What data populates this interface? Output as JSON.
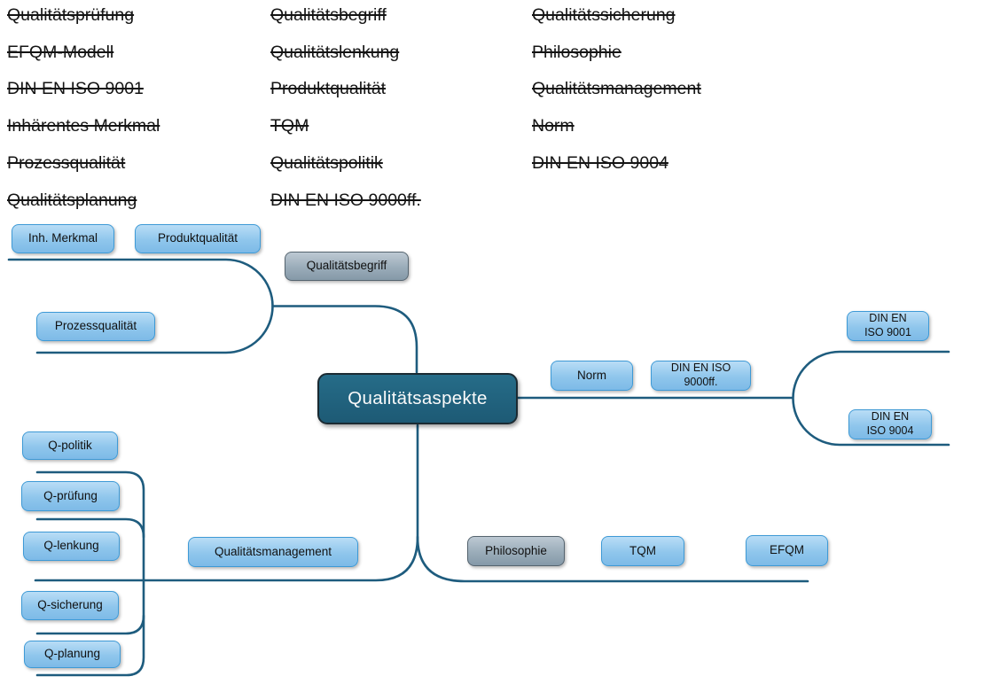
{
  "colors": {
    "connector_line": "#1E5C7E",
    "blue_chip_fill_top": "#B9DDF6",
    "blue_chip_fill_bottom": "#7DBAE7",
    "blue_chip_border": "#3E9AD6",
    "gray_chip_fill_top": "#BDC9D3",
    "gray_chip_fill_bottom": "#8599A8",
    "gray_chip_border": "#55646F",
    "center_fill": "#1D5A75",
    "center_border": "#1B2A32",
    "text": "#141414"
  },
  "word_bank": {
    "column1": {
      "0": "Qualitätsprüfung",
      "1": "EFQM-Modell",
      "2": "DIN EN ISO 9001",
      "3": "Inhärentes Merkmal",
      "4": "Prozessqualität",
      "5": "Qualitätsplanung"
    },
    "column2": {
      "0": "Qualitätsbegriff",
      "1": "Qualitätslenkung",
      "2": "Produktqualität",
      "3": "TQM",
      "4": "Qualitätspolitik",
      "5": "DIN EN ISO 9000ff."
    },
    "column3": {
      "0": "Qualitätssicherung",
      "1": "Philosophie",
      "2": "Qualitätsmanagement",
      "3": "Norm",
      "4": "DIN EN ISO 9004"
    }
  },
  "mindmap": {
    "center": "Qualitätsaspekte",
    "nodes": {
      "inh_merkmal": "Inh. Merkmal",
      "produktqualitaet": "Produktqualität",
      "qualitaetsbegriff": "Qualitätsbegriff",
      "prozessqualitaet": "Prozessqualität",
      "norm": "Norm",
      "din_9000ff": "DIN EN ISO\n9000ff.",
      "din_9001": "DIN EN\nISO 9001",
      "din_9004": "DIN EN\nISO 9004",
      "q_politik": "Q-politik",
      "q_pruefung": "Q-prüfung",
      "q_lenkung": "Q-lenkung",
      "qualitaetsmanagement": "Qualitätsmanagement",
      "q_sicherung": "Q-sicherung",
      "q_planung": "Q-planung",
      "philosophie": "Philosophie",
      "tqm": "TQM",
      "efqm": "EFQM"
    }
  }
}
